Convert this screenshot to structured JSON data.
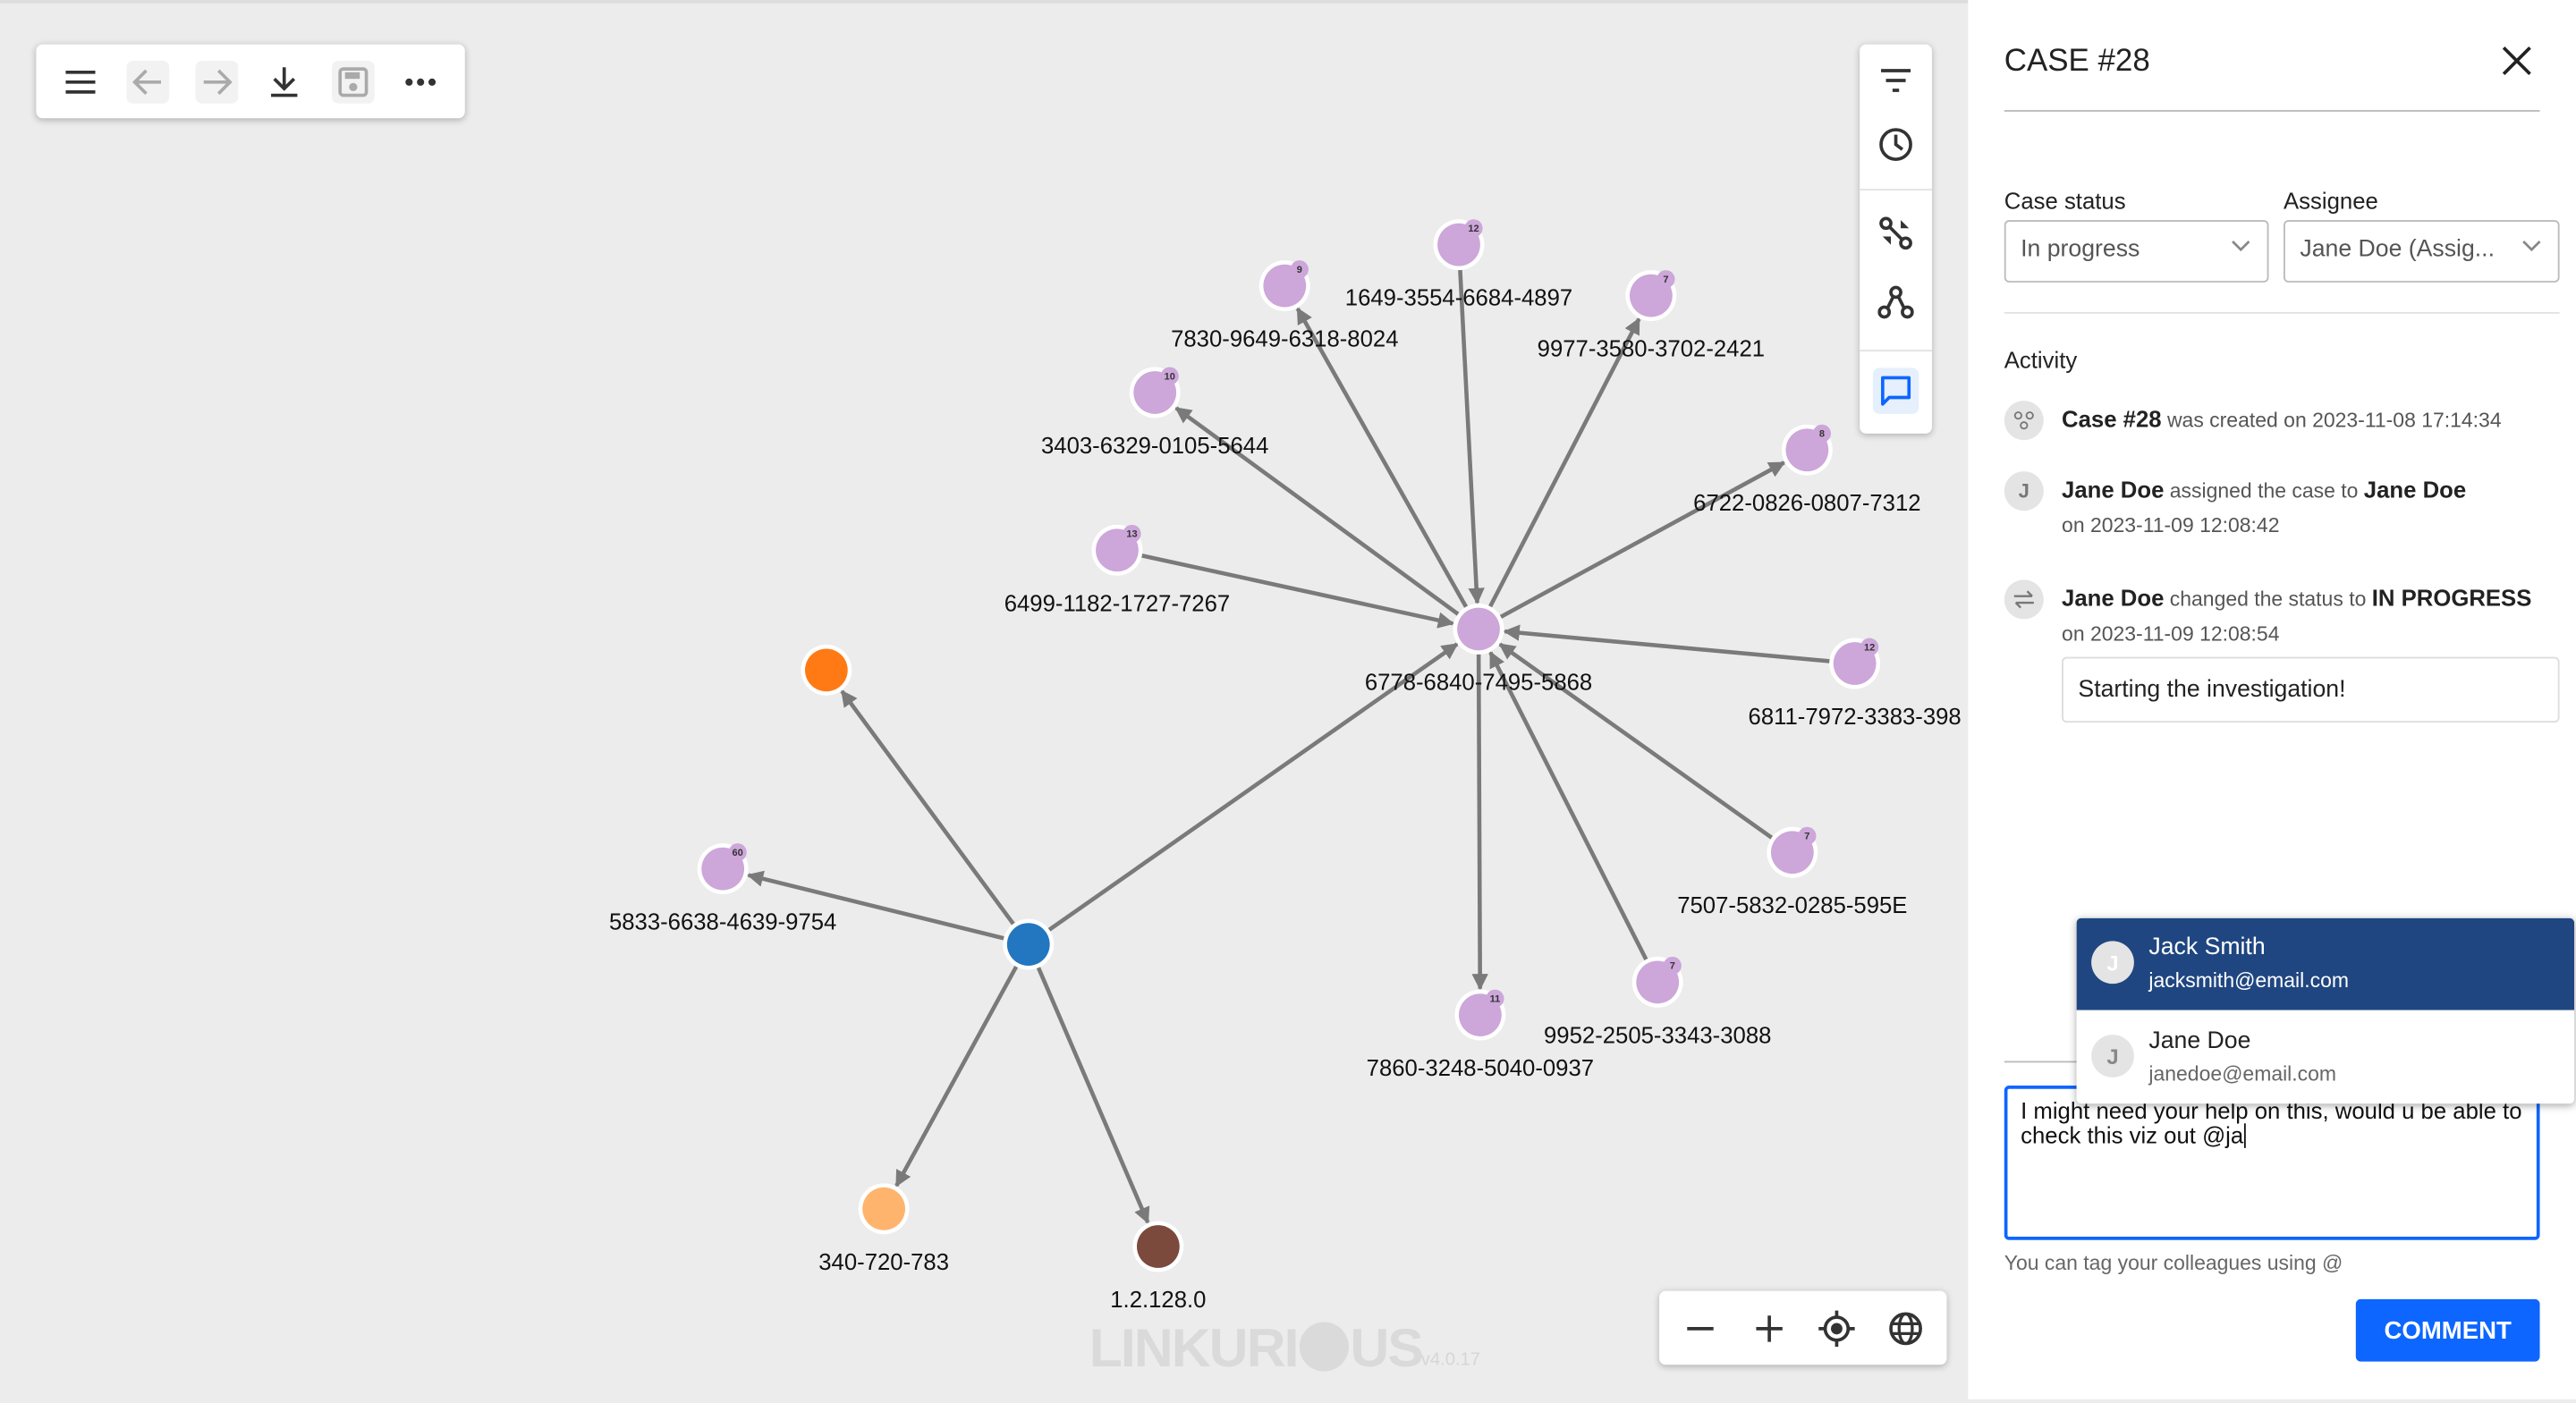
{
  "toolbar": {
    "icons": [
      "menu-icon",
      "arrow-back-icon",
      "arrow-forward-icon",
      "download-icon",
      "save-icon",
      "more-icon"
    ]
  },
  "side_toolbar": {
    "icons": [
      "filter-icon",
      "clock-icon",
      "shortest-path-icon",
      "graph-icon",
      "comment-icon"
    ]
  },
  "zoom_controls": {
    "icons": [
      "zoom-out-icon",
      "zoom-in-icon",
      "locate-icon",
      "globe-icon"
    ]
  },
  "watermark": {
    "logo": "LINKURIOUS",
    "version": "v4.0.17"
  },
  "graph": {
    "colors": {
      "purple": "#cda6da",
      "blue": "#2277c0",
      "orange": "#ff7a14",
      "light_orange": "#ffb46e",
      "brown": "#7b4a3c",
      "edge": "#7a7a7a"
    },
    "nodes": [
      {
        "id": "c",
        "label": "6778-6840-7495-5868",
        "color": "purple"
      },
      {
        "id": "n1",
        "label": "7830-9649-6318-8024",
        "color": "purple",
        "badge": "9"
      },
      {
        "id": "n2",
        "label": "1649-3554-6684-4897",
        "color": "purple",
        "badge": "12"
      },
      {
        "id": "n3",
        "label": "9977-3580-3702-2421",
        "color": "purple",
        "badge": "7"
      },
      {
        "id": "n4",
        "label": "3403-6329-0105-5644",
        "color": "purple",
        "badge": "10"
      },
      {
        "id": "n5",
        "label": "6722-0826-0807-7312",
        "color": "purple",
        "badge": "8"
      },
      {
        "id": "n6",
        "label": "6499-1182-1727-7267",
        "color": "purple",
        "badge": "13"
      },
      {
        "id": "n7",
        "label": "6811-7972-3383-398",
        "color": "purple",
        "badge": "12"
      },
      {
        "id": "n8",
        "label": "7507-5832-0285-595E",
        "color": "purple",
        "badge": "7"
      },
      {
        "id": "n9",
        "label": "9952-2505-3343-3088",
        "color": "purple",
        "badge": "7"
      },
      {
        "id": "n10",
        "label": "7860-3248-5040-0937",
        "color": "purple",
        "badge": "11"
      },
      {
        "id": "n11",
        "label": "5833-6638-4639-9754",
        "color": "purple",
        "badge": "60"
      },
      {
        "id": "h",
        "label": "",
        "color": "blue"
      },
      {
        "id": "o",
        "label": "",
        "color": "orange"
      },
      {
        "id": "p",
        "label": "340-720-783",
        "color": "light_orange"
      },
      {
        "id": "b",
        "label": "1.2.128.0",
        "color": "brown"
      }
    ],
    "edges": [
      {
        "from": "c",
        "to": "n1"
      },
      {
        "from": "n2",
        "to": "c"
      },
      {
        "from": "c",
        "to": "n3"
      },
      {
        "from": "c",
        "to": "n4"
      },
      {
        "from": "c",
        "to": "n5"
      },
      {
        "from": "n6",
        "to": "c"
      },
      {
        "from": "n7",
        "to": "c"
      },
      {
        "from": "n8",
        "to": "c"
      },
      {
        "from": "n9",
        "to": "c"
      },
      {
        "from": "c",
        "to": "n10"
      },
      {
        "from": "h",
        "to": "n11"
      },
      {
        "from": "h",
        "to": "o"
      },
      {
        "from": "h",
        "to": "c"
      },
      {
        "from": "h",
        "to": "p"
      },
      {
        "from": "h",
        "to": "b"
      }
    ]
  },
  "panel": {
    "title": "CASE #28",
    "case_status_label": "Case status",
    "case_status_value": "In progress",
    "assignee_label": "Assignee",
    "assignee_value": "Jane Doe (Assig...",
    "activity_label": "Activity",
    "activity": [
      {
        "icon": "case-icon",
        "actor": "Case #28",
        "action": "was created",
        "target": "",
        "date": "on 2023-11-08 17:14:34"
      },
      {
        "icon": "J",
        "actor": "Jane Doe",
        "action": "assigned the case to",
        "target": "Jane Doe",
        "date": "on 2023-11-09 12:08:42"
      },
      {
        "icon": "swap-icon",
        "actor": "Jane Doe",
        "action": "changed the status to",
        "target": "IN PROGRESS",
        "date": "on 2023-11-09 12:08:54"
      }
    ],
    "status_comment": "Starting the investigation!",
    "mention_options": [
      {
        "initial": "J",
        "name": "Jack Smith",
        "email": "jacksmith@email.com",
        "selected": true
      },
      {
        "initial": "J",
        "name": "Jane Doe",
        "email": "janedoe@email.com",
        "selected": false
      }
    ],
    "comment_text": "I might need your help on this, would u be able to check this viz out @ja",
    "help_text": "You can tag your colleagues using @",
    "comment_button": "COMMENT",
    "accent": "#0d66ff"
  }
}
